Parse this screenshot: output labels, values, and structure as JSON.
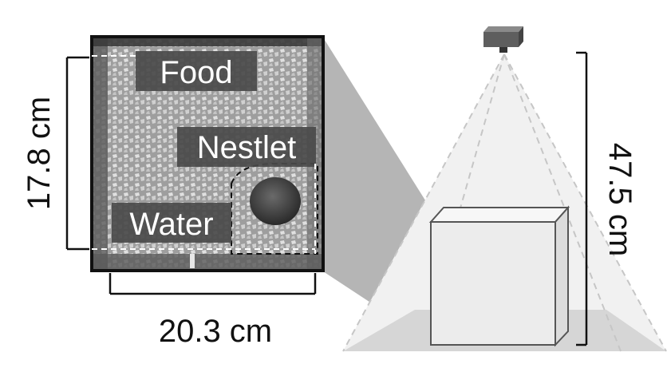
{
  "cage": {
    "zones": {
      "food": "Food",
      "nestlet": "Nestlet",
      "water": "Water"
    },
    "dimensions": {
      "width": "20.3 cm",
      "depth": "17.8 cm"
    }
  },
  "camera_setup": {
    "height": "47.5 cm"
  },
  "colors": {
    "frame": "#111111",
    "label_box": "#4a4a4a",
    "label_text": "#ffffff",
    "bedding": "#bdbdbd",
    "projection": "#d9d9d9",
    "dashed_lines": "#c8c8c8",
    "camera": "#555555"
  }
}
